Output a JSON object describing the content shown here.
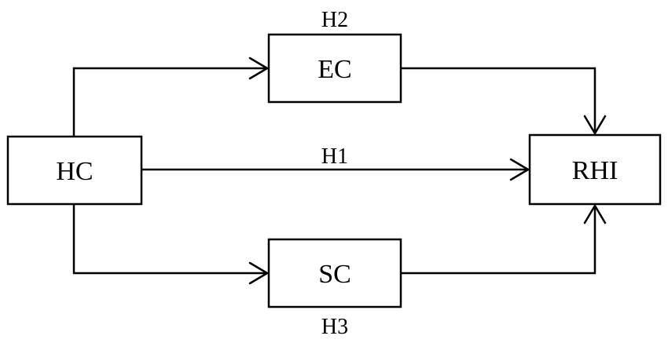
{
  "nodes": {
    "hc": "HC",
    "ec": "EC",
    "sc": "SC",
    "rhi": "RHI"
  },
  "edges": {
    "h1": "H1",
    "h2": "H2",
    "h3": "H3"
  }
}
